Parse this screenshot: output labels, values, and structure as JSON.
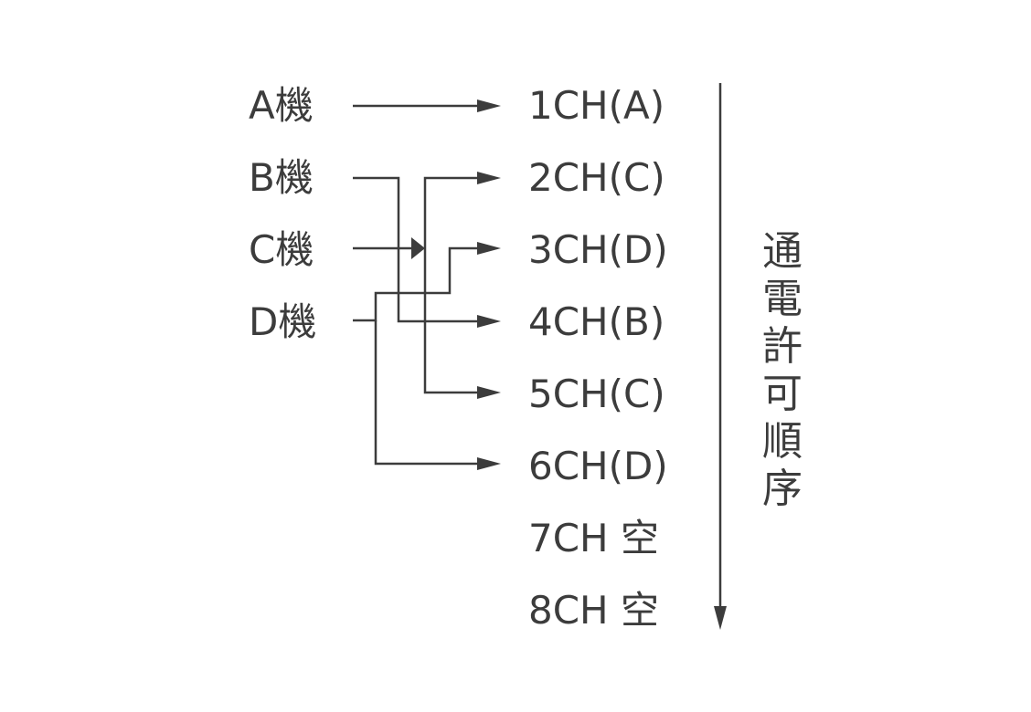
{
  "colors": {
    "ink": "#3c3c3c",
    "background": "#ffffff"
  },
  "machines": [
    {
      "label": "A機"
    },
    {
      "label": "B機"
    },
    {
      "label": "C機"
    },
    {
      "label": "D機"
    }
  ],
  "channels": [
    {
      "label": "1CH(A)"
    },
    {
      "label": "2CH(C)"
    },
    {
      "label": "3CH(D)"
    },
    {
      "label": "4CH(B)"
    },
    {
      "label": "5CH(C)"
    },
    {
      "label": "6CH(D)"
    },
    {
      "label": "7CH 空"
    },
    {
      "label": "8CH 空"
    }
  ],
  "connections": [
    {
      "from": "A機",
      "to": [
        "1CH(A)"
      ]
    },
    {
      "from": "B機",
      "to": [
        "4CH(B)"
      ]
    },
    {
      "from": "C機",
      "to": [
        "2CH(C)",
        "5CH(C)"
      ]
    },
    {
      "from": "D機",
      "to": [
        "3CH(D)",
        "6CH(D)"
      ]
    }
  ],
  "order_label": "通電許可順序"
}
